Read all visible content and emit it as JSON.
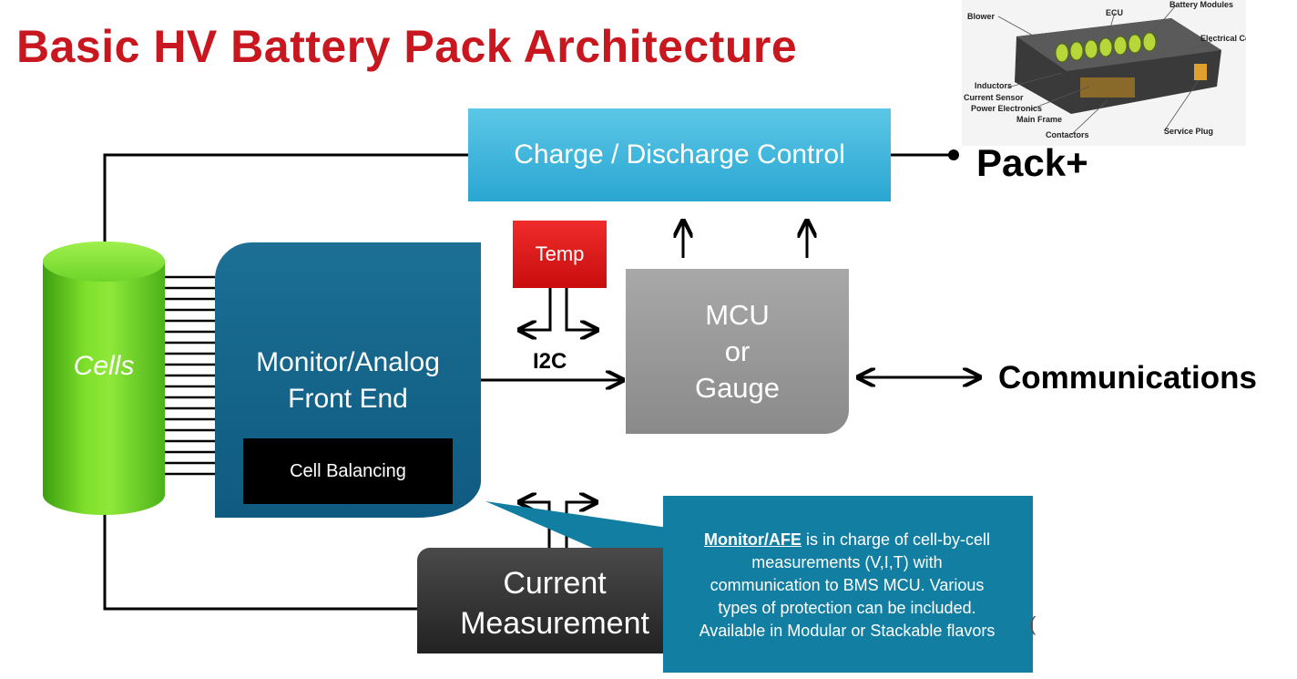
{
  "title": "Basic HV Battery Pack Architecture",
  "blocks": {
    "charge_control": "Charge / Discharge Control",
    "cells": "Cells",
    "afe_line1": "Monitor/Analog",
    "afe_line2": "Front End",
    "cell_balancing": "Cell Balancing",
    "temp": "Temp",
    "mcu_line1": "MCU",
    "mcu_line2": "or",
    "mcu_line3": "Gauge",
    "current_line1": "Current",
    "current_line2": "Measurement"
  },
  "labels": {
    "pack_plus": "Pack+",
    "communications": "Communications",
    "i2c": "I2C"
  },
  "callout": {
    "term": "Monitor/AFE",
    "line1_rest": " is in charge of cell-by-cell",
    "line2": "measurements (V,I,T) with",
    "line3": "communication to BMS MCU. Various",
    "line4": "types of protection can be included.",
    "line5": "Available in Modular or Stackable flavors"
  },
  "photo_labels": {
    "blower": "Blower",
    "ecu": "ECU",
    "battery_modules": "Battery Modules",
    "electrical_center": "Electrical Center",
    "inductors": "Inductors",
    "current_sensor": "Current Sensor",
    "power_electronics": "Power Electronics",
    "main_frame": "Main Frame",
    "contactors": "Contactors",
    "service_plug": "Service Plug"
  },
  "stray_glyph": "("
}
